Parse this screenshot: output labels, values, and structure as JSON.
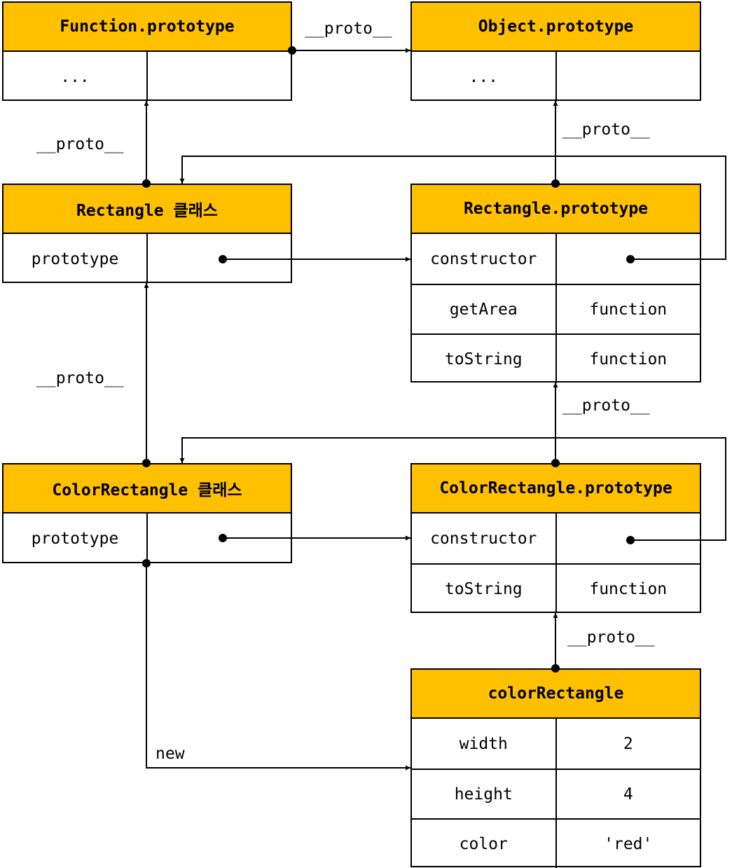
{
  "boxes": {
    "function_proto": {
      "title": "Function.prototype",
      "rows": [
        {
          "key": "...",
          "value": ""
        }
      ]
    },
    "object_proto": {
      "title": "Object.prototype",
      "rows": [
        {
          "key": "...",
          "value": ""
        }
      ]
    },
    "rectangle_class": {
      "title": "Rectangle 클래스",
      "rows": [
        {
          "key": "prototype",
          "value": ""
        }
      ]
    },
    "rectangle_proto": {
      "title": "Rectangle.prototype",
      "rows": [
        {
          "key": "constructor",
          "value": ""
        },
        {
          "key": "getArea",
          "value": "function"
        },
        {
          "key": "toString",
          "value": "function"
        }
      ]
    },
    "colorrect_class": {
      "title": "ColorRectangle 클래스",
      "rows": [
        {
          "key": "prototype",
          "value": ""
        }
      ]
    },
    "colorrect_proto": {
      "title": "ColorRectangle.prototype",
      "rows": [
        {
          "key": "constructor",
          "value": ""
        },
        {
          "key": "toString",
          "value": "function"
        }
      ]
    },
    "instance": {
      "title": "colorRectangle",
      "rows": [
        {
          "key": "width",
          "value": "2"
        },
        {
          "key": "height",
          "value": "4"
        },
        {
          "key": "color",
          "value": "'red'"
        }
      ]
    }
  },
  "labels": {
    "proto": "__proto__",
    "new": "new"
  }
}
